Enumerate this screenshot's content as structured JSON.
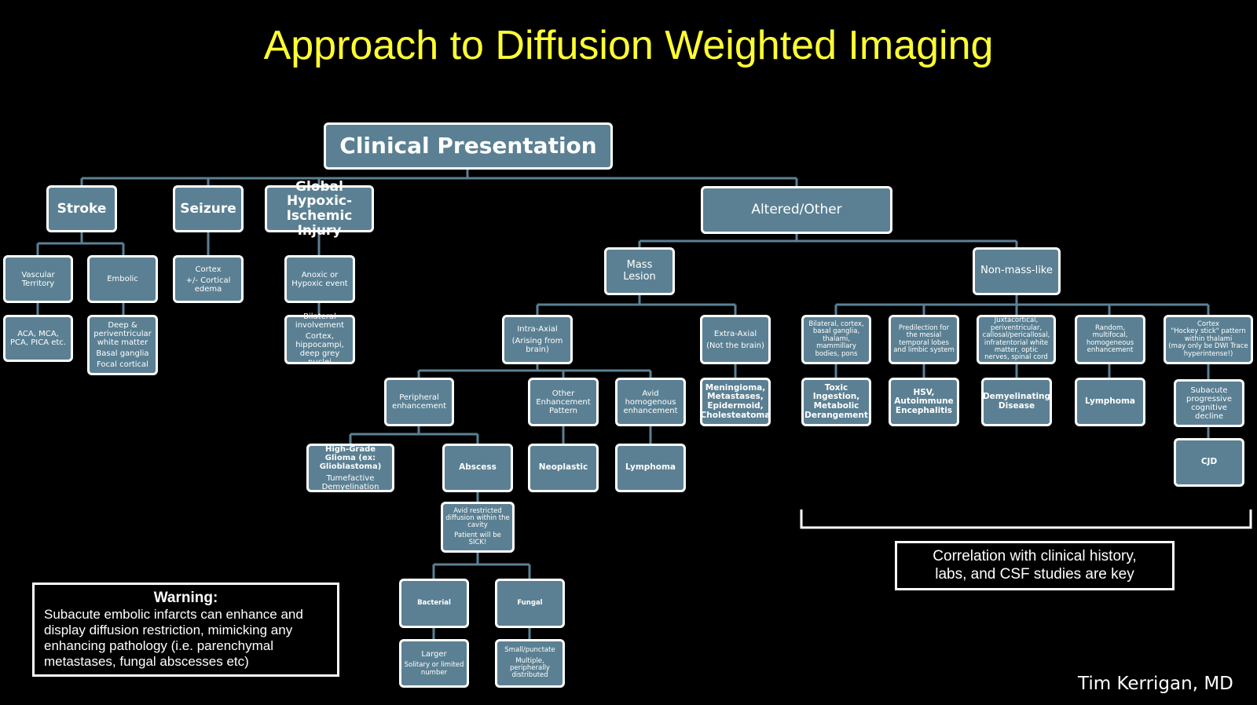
{
  "title": "Approach to Diffusion Weighted Imaging",
  "root": "Clinical Presentation",
  "categories": {
    "stroke": "Stroke",
    "seizure": "Seizure",
    "hypoxic": "Global Hypoxic-Ischemic Injury",
    "altered": "Altered/Other"
  },
  "stroke": {
    "vascular": "Vascular Territory",
    "vascular_detail": "ACA, MCA, PCA, PICA etc.",
    "embolic": "Embolic",
    "embolic_detail1": "Deep & periventricular white matter",
    "embolic_detail2": "Basal ganglia",
    "embolic_detail3": "Focal cortical"
  },
  "seizure": {
    "detail1": "Cortex",
    "detail2": "+/- Cortical edema"
  },
  "hypoxic": {
    "event": "Anoxic or Hypoxic event",
    "detail1": "Bilateral involvement",
    "detail2": "Cortex, hippocampi, deep grey nuclei"
  },
  "mass": {
    "label": "Mass Lesion",
    "intra": "Intra-Axial",
    "intra_sub": "(Arising from brain)",
    "extra": "Extra-Axial",
    "extra_sub": "(Not the brain)",
    "extra_result": "Meningioma, Metastases, Epidermoid, Cholesteatoma",
    "peripheral": "Peripheral enhancement",
    "other_pattern": "Other Enhancement Pattern",
    "avid": "Avid homogenous enhancement",
    "glioma": "High-Grade Glioma (ex: Glioblastoma)",
    "glioma_sub": "Tumefactive Demyelination",
    "abscess": "Abscess",
    "neoplastic": "Neoplastic",
    "lymphoma": "Lymphoma",
    "abscess_detail": "Avid restricted diffusion within the cavity",
    "abscess_detail_sub": "Patient will be SICK!",
    "bacterial": "Bacterial",
    "fungal": "Fungal",
    "bacterial_detail": "Larger",
    "bacterial_detail_sub": "Solitary or limited number",
    "fungal_detail": "Small/punctate",
    "fungal_detail_sub": "Multiple, peripherally distributed"
  },
  "nonmass": {
    "label": "Non-mass-like",
    "p1": "Bilateral, cortex, basal ganglia, thalami, mammillary bodies, pons",
    "p2": "Predilection for the mesial temporal lobes and limbic system",
    "p3": "Juxtacortical, periventricular, callosal/pericallosal, infratentorial white matter, optic nerves, spinal cord",
    "p4": "Random, multifocal, homogeneous enhancement",
    "p5": "Cortex\n\"Hockey stick\" pattern within thalami\n(may only be DWI Trace hyperintense!)",
    "r1": "Toxic Ingestion, Metabolic Derangement",
    "r2": "HSV, Autoimmune Encephalitis",
    "r3": "Demyelinating Disease",
    "r4": "Lymphoma",
    "r5a": "Subacute progressive cognitive decline",
    "r5b": "CJD"
  },
  "warning": {
    "title": "Warning:",
    "body": "Subacute embolic infarcts can enhance and display diffusion restriction, mimicking any enhancing pathology (i.e. parenchymal metastases, fungal abscesses etc)"
  },
  "correlation": "Correlation with clinical history,\nlabs, and CSF studies are key",
  "author": "Tim Kerrigan, MD",
  "colors": {
    "title": "#ffff33",
    "node_fill": "#5b8093",
    "connector": "#5b8093",
    "background": "#000000"
  }
}
